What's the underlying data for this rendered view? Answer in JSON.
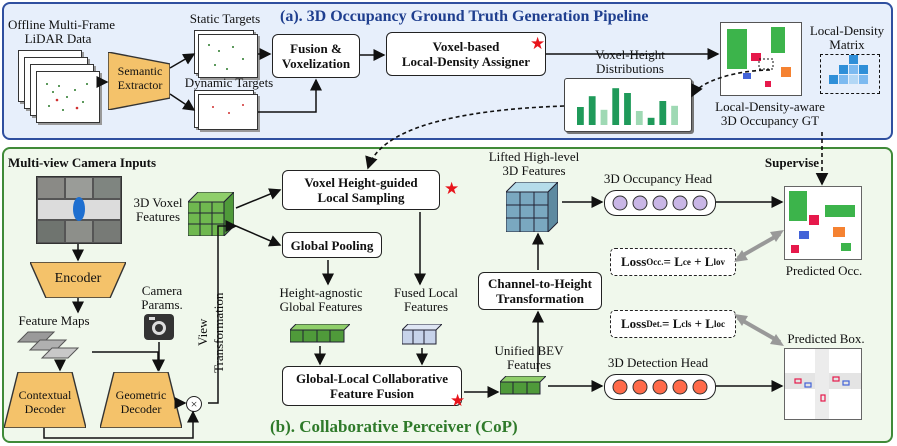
{
  "panel_a": {
    "title": "(a). 3D Occupancy Ground Truth Generation Pipeline",
    "lidar_label_1": "Offline Multi-Frame",
    "lidar_label_2": "LiDAR Data",
    "semantic_1": "Semantic",
    "semantic_2": "Extractor",
    "static_targets": "Static Targets",
    "dynamic_targets": "Dynamic Targets",
    "fusion_1": "Fusion &",
    "fusion_2": "Voxelization",
    "assigner_1": "Voxel-based",
    "assigner_2": "Local-Density Assigner",
    "distributions_1": "Voxel-Height",
    "distributions_2": "Distributions",
    "matrix_1": "Local-Density",
    "matrix_2": "Matrix",
    "gt_1": "Local-Density-aware",
    "gt_2": "3D Occupancy GT",
    "bar_values": [
      0.45,
      0.72,
      0.38,
      0.92,
      0.8,
      0.35,
      0.18,
      0.6,
      0.48
    ]
  },
  "panel_b": {
    "title": "(b). Collaborative Perceiver (CoP)",
    "camera_inputs": "Multi-view Camera Inputs",
    "encoder": "Encoder",
    "feature_maps": "Feature Maps",
    "camera_params_1": "Camera",
    "camera_params_2": "Params.",
    "contextual_1": "Contextual",
    "contextual_2": "Decoder",
    "geometric_1": "Geometric",
    "geometric_2": "Decoder",
    "view_transform_1": "View",
    "view_transform_2": "Transformation",
    "voxel_features_1": "3D Voxel",
    "voxel_features_2": "Features",
    "sampling_1": "Voxel Height-guided",
    "sampling_2": "Local Sampling",
    "global_pooling": "Global Pooling",
    "height_agnostic_1": "Height-agnostic",
    "height_agnostic_2": "Global Features",
    "fused_local_1": "Fused Local",
    "fused_local_2": "Features",
    "fusion_1": "Global-Local Collaborative",
    "fusion_2": "Feature Fusion",
    "lifted_1": "Lifted High-level",
    "lifted_2": "3D Features",
    "c2h_1": "Channel-to-Height",
    "c2h_2": "Transformation",
    "bev_1": "Unified BEV",
    "bev_2": "Features",
    "occ_head": "3D Occupancy Head",
    "det_head": "3D Detection Head",
    "supervise": "Supervise",
    "loss_occ_main": "Loss",
    "loss_occ_sub": "Occ.",
    "loss_occ_eq": "= L",
    "loss_occ_ce": "ce",
    "loss_occ_plus": " + L",
    "loss_occ_lov": "lov",
    "loss_det_main": "Loss",
    "loss_det_sub": "Det.",
    "loss_det_eq": "= L",
    "loss_det_cls": "cls",
    "loss_det_plus": " + L",
    "loss_det_loc": "loc",
    "pred_occ": "Predicted Occ.",
    "pred_box": "Predicted Box."
  },
  "colors": {
    "panel_a_bg": "#e7effb",
    "panel_a_border": "#2f4f9f",
    "panel_b_bg": "#f0f8ec",
    "panel_b_border": "#3f8a38",
    "extractor": "#f4c26a",
    "bars": "#1f9a5a",
    "bars_light": "#9fd9b4",
    "matrix": "#2f8fd8",
    "star": "#e8141b",
    "occ_head_circles": "#c9b6e6",
    "det_head_circles": "#ff6a4a"
  }
}
